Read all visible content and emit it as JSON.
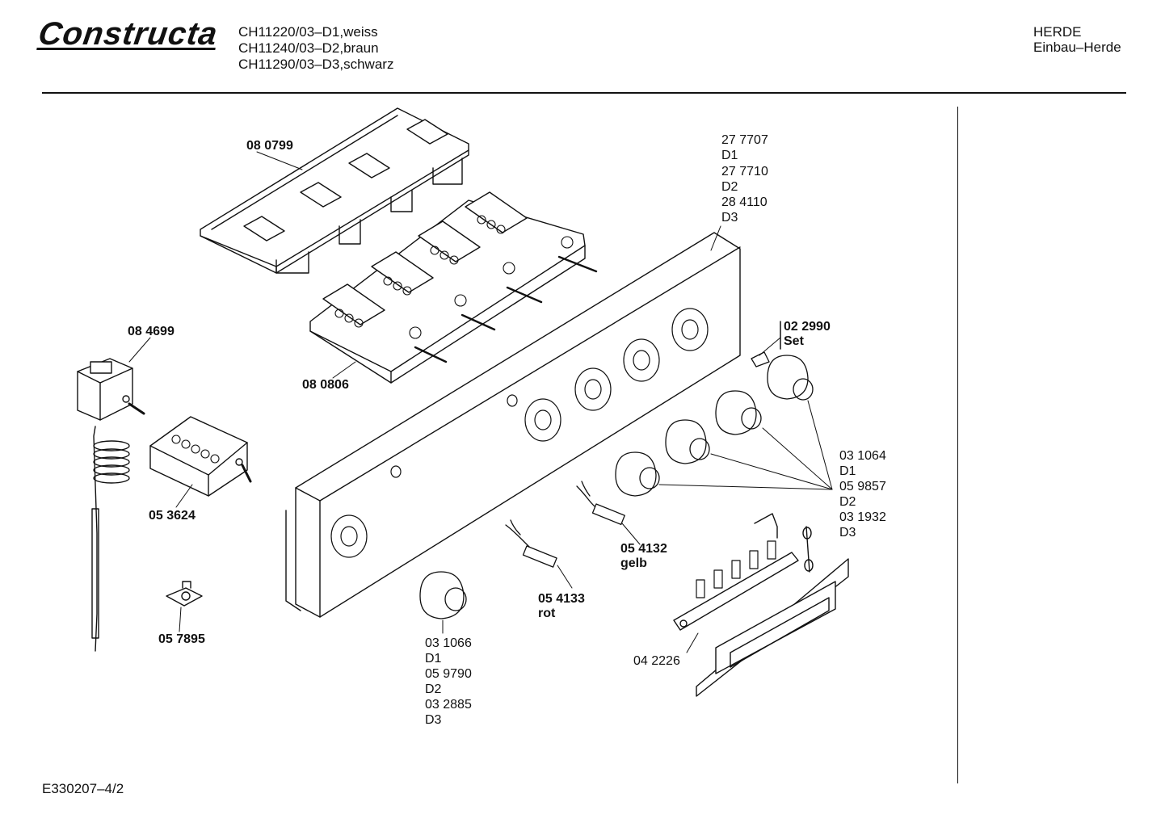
{
  "header": {
    "brand": "Constructa",
    "models": [
      "CH11220/03–D1,weiss",
      "CH11240/03–D2,braun",
      "CH11290/03–D3,schwarz"
    ],
    "category": "HERDE",
    "subcategory": "Einbau–Herde"
  },
  "footer": {
    "doc_id": "E330207–4/2"
  },
  "parts": {
    "p080799": [
      "08 0799"
    ],
    "p080806": [
      "08 0806"
    ],
    "p084699": [
      "08 4699"
    ],
    "p053624": [
      "05 3624"
    ],
    "p057895": [
      "05 7895"
    ],
    "p277707": [
      "27 7707",
      "D1",
      "27 7710",
      "D2",
      "28 4110",
      "D3"
    ],
    "p022990": [
      "02 2990",
      "Set"
    ],
    "p031064": [
      "03 1064",
      "D1",
      "05 9857",
      "D2",
      "03 1932",
      "D3"
    ],
    "p054132": [
      "05 4132",
      "gelb"
    ],
    "p054133": [
      "05 4133",
      "rot"
    ],
    "p031066": [
      "03 1066",
      "D1",
      "05 9790",
      "D2",
      "03 2885",
      "D3"
    ],
    "p042226": [
      "04 2226"
    ]
  }
}
